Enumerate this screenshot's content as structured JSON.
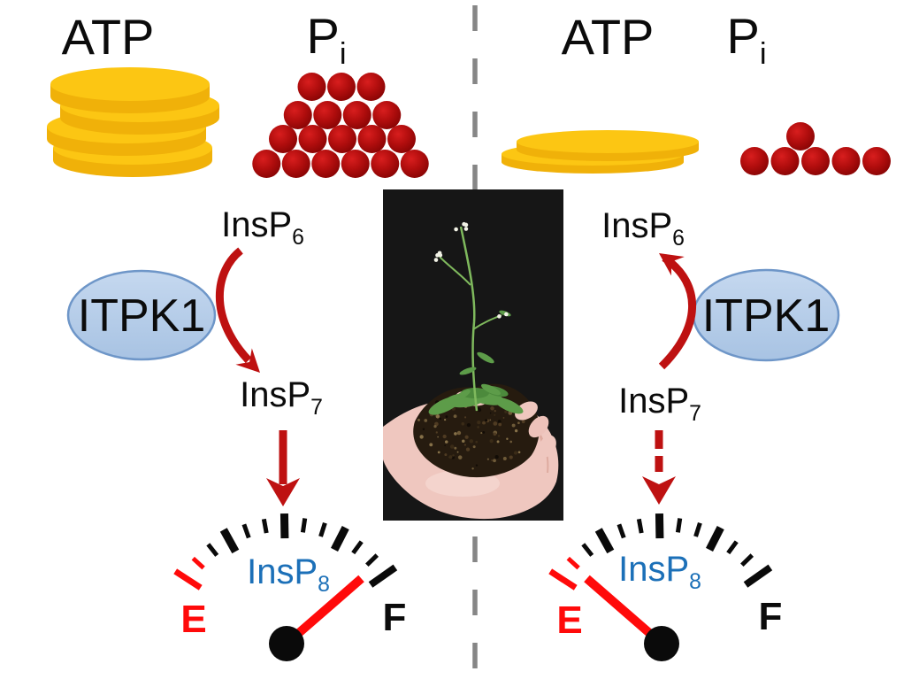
{
  "figure": {
    "type": "scientific-model-figure",
    "divider_style": "dashed-vertical-line",
    "center_photo": {
      "subject": "hand holding soil with a flowering Arabidopsis plant",
      "background": "black"
    }
  },
  "colors": {
    "coin_top": "#FCC613",
    "coin_side": "#F0B109",
    "ball_light": "#D81E1E",
    "ball_dark": "#7E0202",
    "dark_red_arrow": "#BE1111",
    "bright_red": "#FF0A0A",
    "enzyme_fill": "#B6CBE6",
    "enzyme_stroke": "#6E96C8",
    "insp8_blue": "#1C70B8",
    "divider_gray": "#868686",
    "tick_black": "#0a0a0a"
  },
  "left_panel": {
    "atp_label": "ATP",
    "pi_label": {
      "base": "P",
      "sub": "i"
    },
    "atp_level": "high",
    "pi_level": "high",
    "coin_count": 4,
    "ball_rows": [
      3,
      4,
      5,
      6
    ],
    "ball_total": 18,
    "insp6": {
      "base": "InsP",
      "sub": "6"
    },
    "insp7": {
      "base": "InsP",
      "sub": "7"
    },
    "enzyme_label": "ITPK1",
    "reaction_direction": "InsP6 to InsP7",
    "gauge_arrow_style": "solid",
    "gauge": {
      "label": {
        "base": "InsP",
        "sub": "8"
      },
      "empty_label": "E",
      "full_label": "F",
      "tick_count": 13,
      "needle_angle_deg": 41,
      "needle_points_to": "F"
    }
  },
  "right_panel": {
    "atp_label": "ATP",
    "pi_label": {
      "base": "P",
      "sub": "i"
    },
    "atp_level": "low",
    "pi_level": "low",
    "coin_count": 2,
    "ball_rows": [
      1,
      5
    ],
    "ball_total": 6,
    "insp6": {
      "base": "InsP",
      "sub": "6"
    },
    "insp7": {
      "base": "InsP",
      "sub": "7"
    },
    "enzyme_label": "ITPK1",
    "reaction_direction": "InsP7 to InsP6",
    "gauge_arrow_style": "dashed",
    "gauge": {
      "label": {
        "base": "InsP",
        "sub": "8"
      },
      "empty_label": "E",
      "full_label": "F",
      "tick_count": 13,
      "needle_angle_deg": 139,
      "needle_points_to": "E"
    }
  }
}
